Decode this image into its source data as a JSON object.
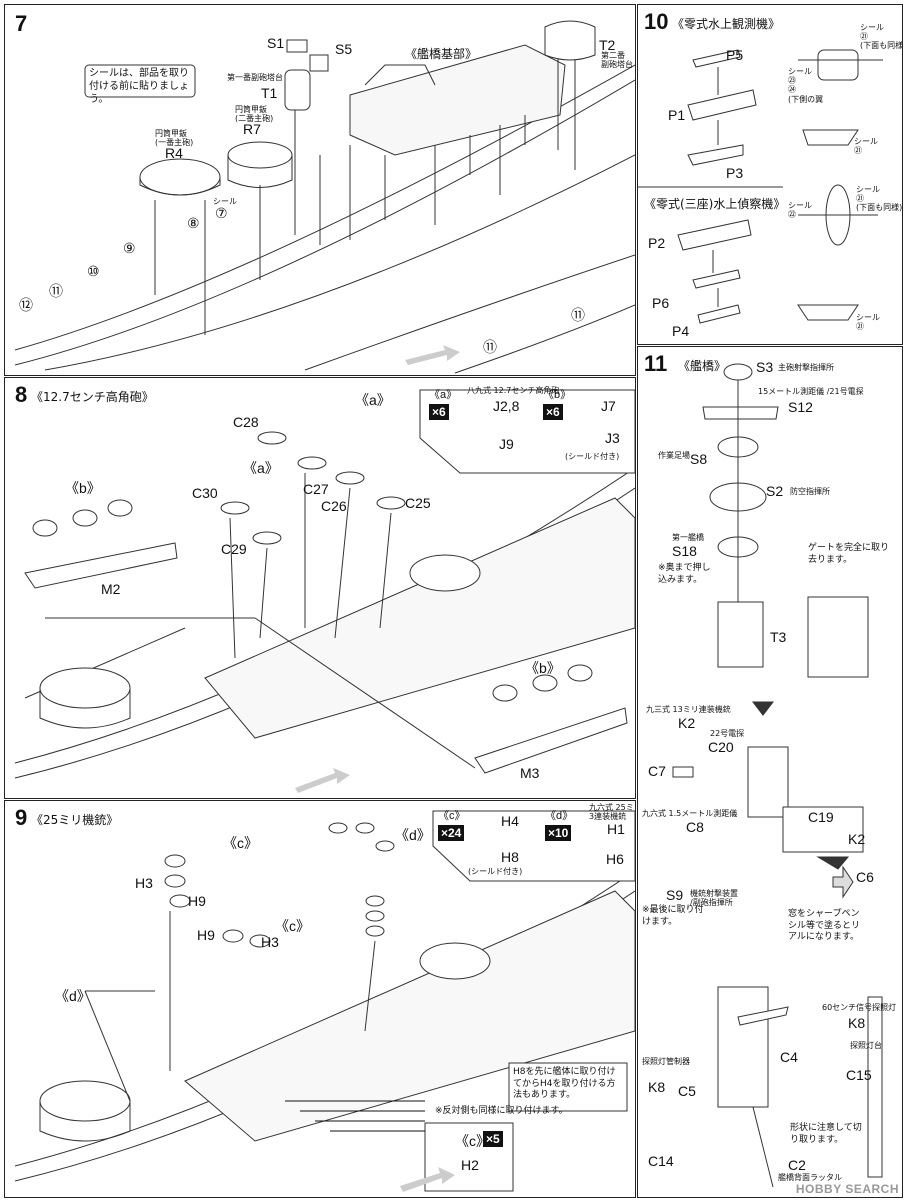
{
  "step7": {
    "number": "7",
    "note": "シールは、部品を取り付ける前に貼りましょう。",
    "title": "《艦橋基部》",
    "parts": {
      "S1": "S1",
      "S5": "S5",
      "T1": "T1",
      "T2": "T2",
      "R4": "R4",
      "R7": "R7"
    },
    "captions": {
      "t1": "第一番副砲塔台",
      "t2": "第二番\n副砲塔台",
      "r7": "円筒甲鈑\n(二番主砲)",
      "r4": "円筒甲鈑\n(一番主砲)"
    },
    "seal_word": "シール",
    "seals": [
      "⑦",
      "⑧",
      "⑨",
      "⑩",
      "⑪",
      "⑫",
      "⑪",
      "⑪"
    ]
  },
  "step8": {
    "number": "8",
    "title": "《12.7センチ高角砲》",
    "parts": {
      "C28": "C28",
      "C27": "C27",
      "C26": "C26",
      "C25": "C25",
      "C30": "C30",
      "C29": "C29",
      "M2": "M2",
      "M3": "M3",
      "J2_8": "J2,8",
      "J9": "J9",
      "J7": "J7",
      "J3": "J3"
    },
    "marks": {
      "a": "《a》",
      "b": "《b》"
    },
    "badges": {
      "a": "×6",
      "b": "×6"
    },
    "j_caption": "八九式 12.7センチ高角砲",
    "j3_caption": "(シールド付き)"
  },
  "step9": {
    "number": "9",
    "title": "《25ミリ機銃》",
    "parts": {
      "H3": "H3",
      "H9": "H9",
      "H4": "H4",
      "H8": "H8",
      "H1": "H1",
      "H6": "H6",
      "H2": "H2"
    },
    "marks": {
      "c": "《c》",
      "d": "《d》"
    },
    "badges": {
      "c": "×24",
      "d": "×10",
      "c2": "×5"
    },
    "h1_caption": "九六式 25ミリ\n3連装機銃",
    "h8_caption": "(シールド付き)",
    "h8_note": "H8を先に艦体に取り付けてからH4を取り付ける方法もあります。",
    "opposite_note": "※反対側も同様に取り付けます。"
  },
  "step10": {
    "number": "10",
    "title1": "《零式水上観測機》",
    "title2": "《零式(三座)水上偵察機》",
    "parts": {
      "P5": "P5",
      "P1": "P1",
      "P3": "P3",
      "P2": "P2",
      "P6": "P6",
      "P4": "P4"
    },
    "seal_notes": {
      "a": "シール\n㉑\n(下面も同様)",
      "b": "シール\n㉓\n㉔\n(下側の翼",
      "c": "シール\n㉑",
      "d": "シール\n㉑\n(下面も同様)",
      "e": "シール\n㉒",
      "f": "シール\n㉑"
    }
  },
  "step11": {
    "number": "11",
    "title": "《艦橋》",
    "parts": {
      "S3": "S3",
      "S12": "S12",
      "S8": "S8",
      "S2": "S2",
      "S18": "S18",
      "T3": "T3",
      "K2a": "K2",
      "C20": "C20",
      "C7": "C7",
      "C8": "C8",
      "C19": "C19",
      "K2b": "K2",
      "C6": "C6",
      "S9": "S9",
      "K8a": "K8",
      "C4": "C4",
      "C15": "C15",
      "K8b": "K8",
      "C5": "C5",
      "C14": "C14",
      "C2": "C2"
    },
    "captions": {
      "s3": "主砲射撃指揮所",
      "s12": "15メートル測距儀 /21号電探",
      "s8": "作業足場",
      "s2": "防空指揮所",
      "s18": "第一艦橋",
      "s18_note": "※奥まで押し込みます。",
      "gate": "ゲートを完全に取り去ります。",
      "k2": "九三式 13ミリ連装機銃",
      "c20": "22号電探",
      "c8": "九六式 1.5メートル測距儀",
      "s9": "機銃射撃装置\n/副砲指揮所",
      "s9_note": "※最後に取り付けます。",
      "pencil": "窓をシャープペンシル等で塗るとリアルになります。",
      "k8": "60センチ信号探照灯",
      "c5": "探照灯管制器",
      "c15": "探照灯台",
      "c2": "艦橋背面ラッタル",
      "cut": "形状に注意して切り取ります。"
    }
  },
  "footer": "HOBBY SEARCH"
}
